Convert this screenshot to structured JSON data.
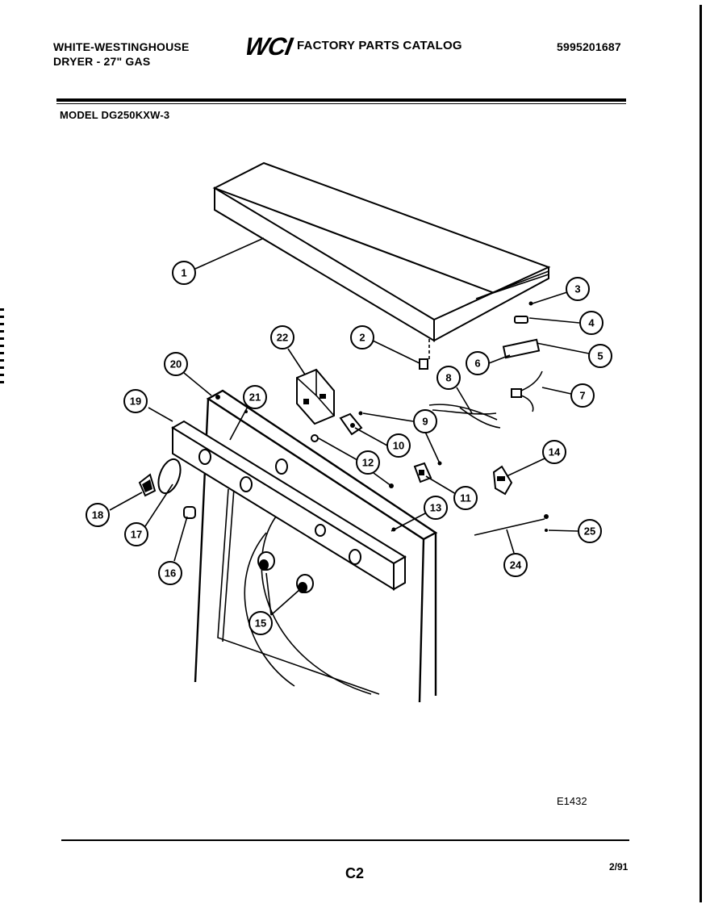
{
  "header": {
    "brand_line1": "WHITE-WESTINGHOUSE",
    "brand_line2": "DRYER - 27\" GAS",
    "catalog_logo": "WCI",
    "catalog_title": "FACTORY PARTS CATALOG",
    "catalog_number": "5995201687",
    "model": "MODEL DG250KXW-3"
  },
  "diagram": {
    "callouts": [
      "1",
      "2",
      "3",
      "4",
      "5",
      "6",
      "7",
      "8",
      "9",
      "10",
      "11",
      "12",
      "13",
      "14",
      "15",
      "16",
      "17",
      "18",
      "19",
      "20",
      "21",
      "22",
      "24",
      "25"
    ]
  },
  "footer": {
    "diagram_code": "E1432",
    "page_id": "C2",
    "date_code": "2/91"
  }
}
